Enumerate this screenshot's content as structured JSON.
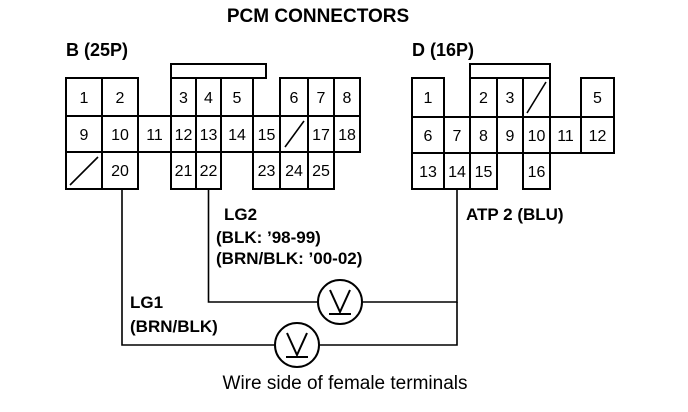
{
  "title": "PCM CONNECTORS",
  "connector_b": {
    "label": "B (25P)",
    "pins": [
      "1",
      "2",
      "3",
      "4",
      "5",
      "6",
      "7",
      "8",
      "9",
      "10",
      "11",
      "12",
      "13",
      "14",
      "15",
      "17",
      "18",
      "20",
      "21",
      "22",
      "23",
      "24",
      "25"
    ]
  },
  "connector_d": {
    "label": "D (16P)",
    "pins": [
      "1",
      "2",
      "3",
      "5",
      "6",
      "7",
      "8",
      "9",
      "10",
      "11",
      "12",
      "13",
      "14",
      "15",
      "16"
    ]
  },
  "wires": {
    "lg2": {
      "name": "LG2",
      "line1": "(BLK: ’98-99)",
      "line2": "(BRN/BLK: ’00-02)"
    },
    "lg1": {
      "name": "LG1",
      "line1": "(BRN/BLK)"
    },
    "atp2": {
      "name": "ATP 2 (BLU)"
    }
  },
  "meter_icon": "voltmeter-icon",
  "caption": "Wire side of female terminals"
}
